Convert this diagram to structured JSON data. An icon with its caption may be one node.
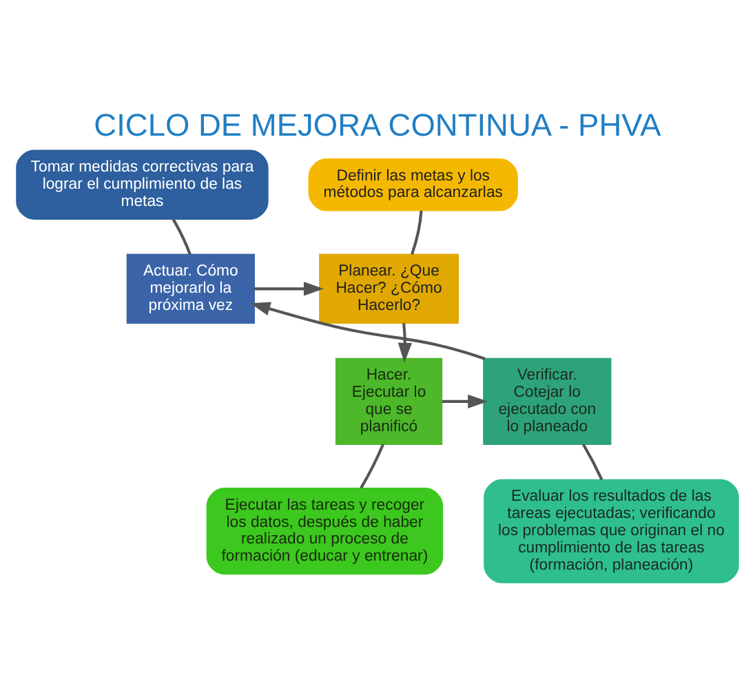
{
  "diagram": {
    "title": "CICLO DE MEJORA CONTINUA - PHVA",
    "nodes": [
      {
        "text": [
          "Tomar medidas correctivas para lograr el cumplimiento de las metas"
        ]
      },
      {
        "text": [
          "Definir las metas y los métodos para alcanzarlas"
        ]
      },
      {
        "text": [
          "Actuar. Cómo mejorarlo la próxima vez"
        ]
      },
      {
        "text": [
          "Planear. ¿Que Hacer? ¿Cómo Hacerlo?"
        ]
      },
      {
        "text": [
          "Verificar. Cotejar lo ejecutado con lo planeado"
        ]
      },
      {
        "text": [
          "Hacer. Ejecutar lo que se planificó"
        ]
      },
      {
        "text": [
          "Evaluar los resultados de las tareas ejecutadas; verificando los problemas que originan el no cumplimiento de las tareas (formación, planeación)"
        ]
      },
      {
        "text": [
          "Ejecutar las tareas y recoger los datos, después de haber realizado un proceso de formación (educar y entrenar)"
        ]
      }
    ],
    "edges": [
      {
        "from": 3,
        "to": 5,
        "arrow": "to"
      },
      {
        "from": 5,
        "to": 4,
        "arrow": "to"
      },
      {
        "from": 4,
        "to": 2,
        "arrow": "to"
      },
      {
        "from": 2,
        "to": 3,
        "arrow": "to"
      },
      {
        "from": 0,
        "to": 2,
        "arrow": "none"
      },
      {
        "from": 1,
        "to": 3,
        "arrow": "none"
      },
      {
        "from": 6,
        "to": 4,
        "arrow": "none"
      },
      {
        "from": 7,
        "to": 5,
        "arrow": "none"
      }
    ]
  }
}
